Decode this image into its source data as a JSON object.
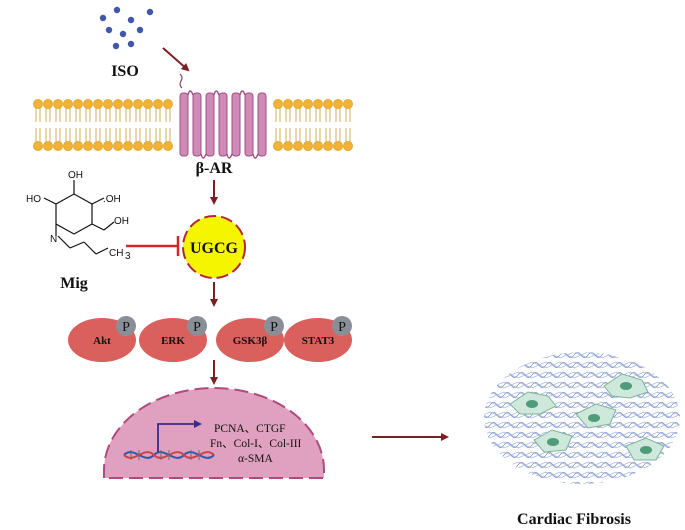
{
  "stimulus": {
    "label": "ISO"
  },
  "receptor": {
    "label": "β-AR"
  },
  "drug": {
    "label": "Mig",
    "atoms": {
      "oh_top": "OH",
      "oh_right": ".OH",
      "ho_left": "HO",
      "oh_side": "OH",
      "n": "N",
      "ch3": "CH",
      "ch3_sub": "3"
    }
  },
  "enzyme": {
    "label": "UGCG"
  },
  "kinases": {
    "phospho_label": "P",
    "items": [
      {
        "label": "Akt"
      },
      {
        "label": "ERK"
      },
      {
        "label": "GSK3β"
      },
      {
        "label": "STAT3"
      }
    ]
  },
  "nucleus": {
    "genes_line1": "PCNA、CTGF",
    "genes_line2": "Fn、Col-I、Col-III",
    "genes_line3": "α-SMA"
  },
  "outcome": {
    "label": "Cardiac Fibrosis"
  },
  "colors": {
    "arrow": "#7b1f24",
    "inhibit": "#d9232a",
    "membrane_head": "#f2b233",
    "receptor": "#d08ab6",
    "enzyme_fill": "#f5f500",
    "enzyme_border": "#b3263a",
    "kinase": "#d9605c",
    "phospho": "#8a8f97",
    "nucleus": "#dfa1bf",
    "gene_arrow": "#3d2a84",
    "dots": "#3f57a6"
  }
}
